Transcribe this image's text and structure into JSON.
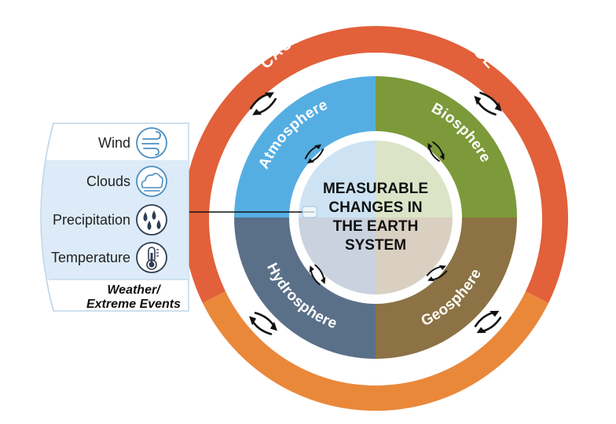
{
  "outer_ring": {
    "title": "CAUSES OF GLOBAL CHANGE",
    "colors": {
      "top": "#E2603A",
      "bottom": "#EA883A"
    }
  },
  "spheres": [
    {
      "label": "Atmosphere",
      "color": "#55AEE2"
    },
    {
      "label": "Biosphere",
      "color": "#7C9A3A"
    },
    {
      "label": "Geosphere",
      "color": "#8C7244"
    },
    {
      "label": "Hydrosphere",
      "color": "#5A7089"
    }
  ],
  "center": {
    "lines": [
      "MEASURABLE",
      "CHANGES IN",
      "THE EARTH",
      "SYSTEM"
    ],
    "quadrant_colors": [
      "#CDE3F3",
      "#DCE4C8",
      "#DAD0C2",
      "#C9D2DE"
    ]
  },
  "weather_panel": {
    "items": [
      {
        "label": "Wind",
        "icon": "wind-icon"
      },
      {
        "label": "Clouds",
        "icon": "cloud-icon"
      },
      {
        "label": "Precipitation",
        "icon": "raindrops-icon"
      },
      {
        "label": "Temperature",
        "icon": "thermometer-icon"
      }
    ],
    "footer_line1": "Weather/",
    "footer_line2": "Extreme Events",
    "accent": "#DCEBF7"
  }
}
